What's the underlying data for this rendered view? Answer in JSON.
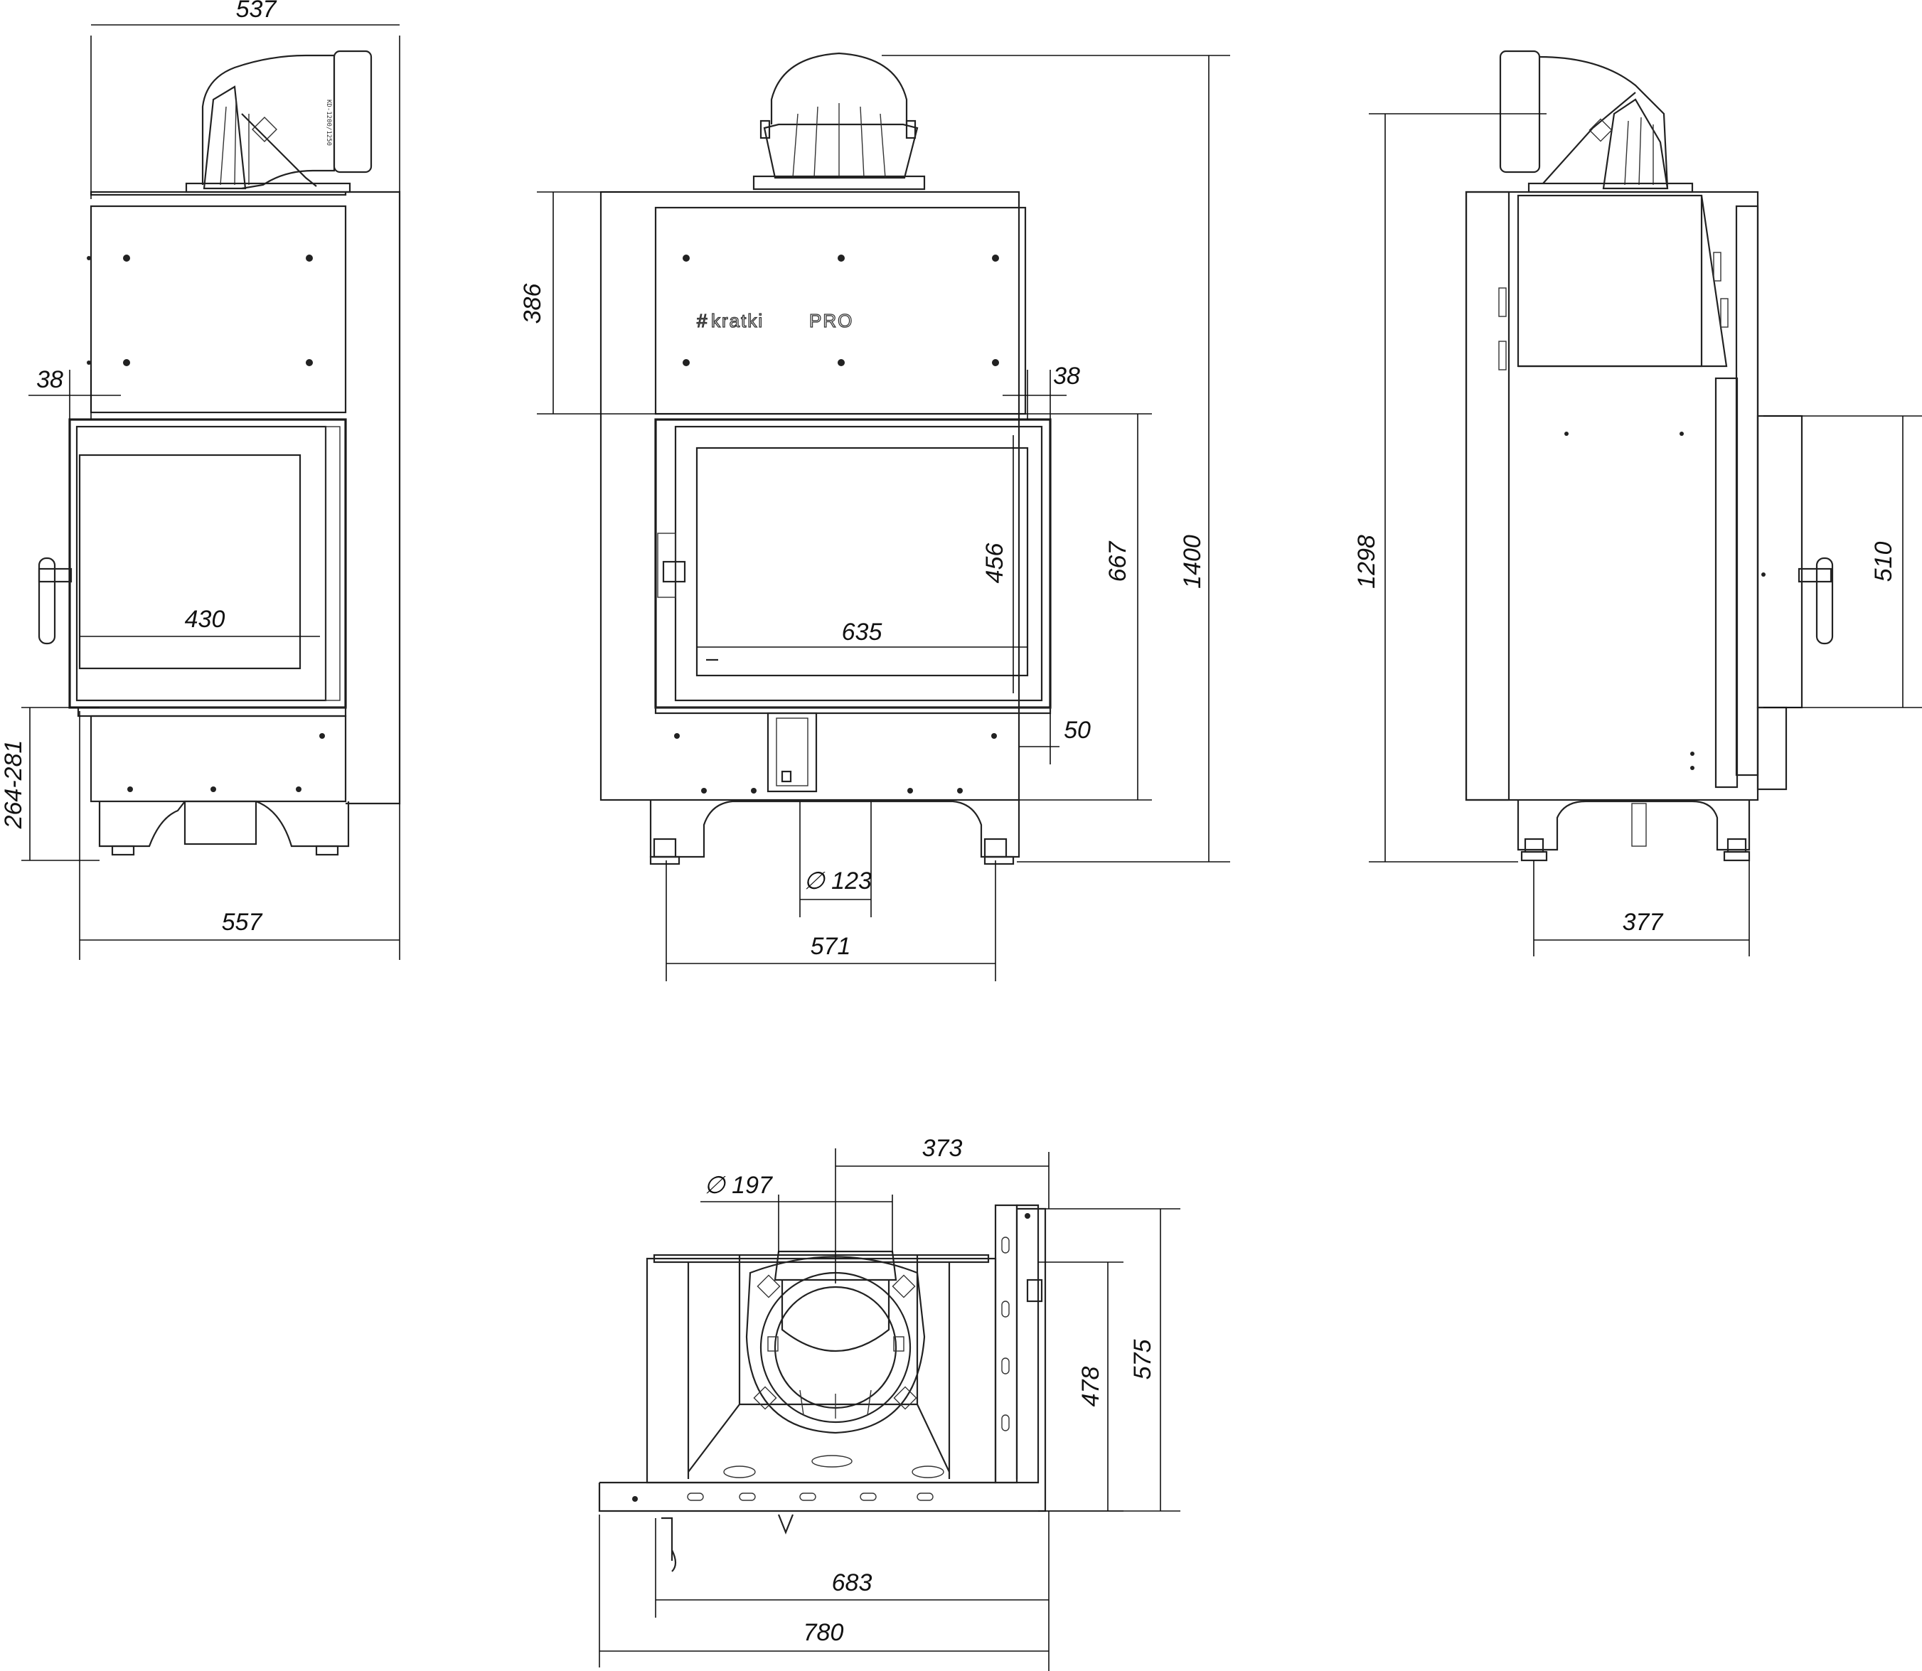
{
  "brand": {
    "logo_text": "kratki",
    "logo_suffix": "PRO",
    "flue_marking": "KD-1200/1250"
  },
  "dimensions": {
    "left_view": {
      "top_width": "537",
      "side_offset": "38",
      "glass_width": "430",
      "base_height": "264-281",
      "bottom_width": "557"
    },
    "front_view": {
      "top_panel_height": "386",
      "side_offset": "38",
      "glass_height": "456",
      "door_height": "667",
      "total_height": "1400",
      "glass_width": "635",
      "bottom_offset": "50",
      "air_inlet_diameter": "∅ 123",
      "base_width": "571"
    },
    "right_view": {
      "total_height": "1298",
      "door_height": "510",
      "base_width": "377"
    },
    "top_view": {
      "flue_offset": "373",
      "flue_diameter": "∅ 197",
      "inner_depth": "478",
      "outer_depth": "575",
      "inner_width": "683",
      "outer_width": "780"
    }
  }
}
